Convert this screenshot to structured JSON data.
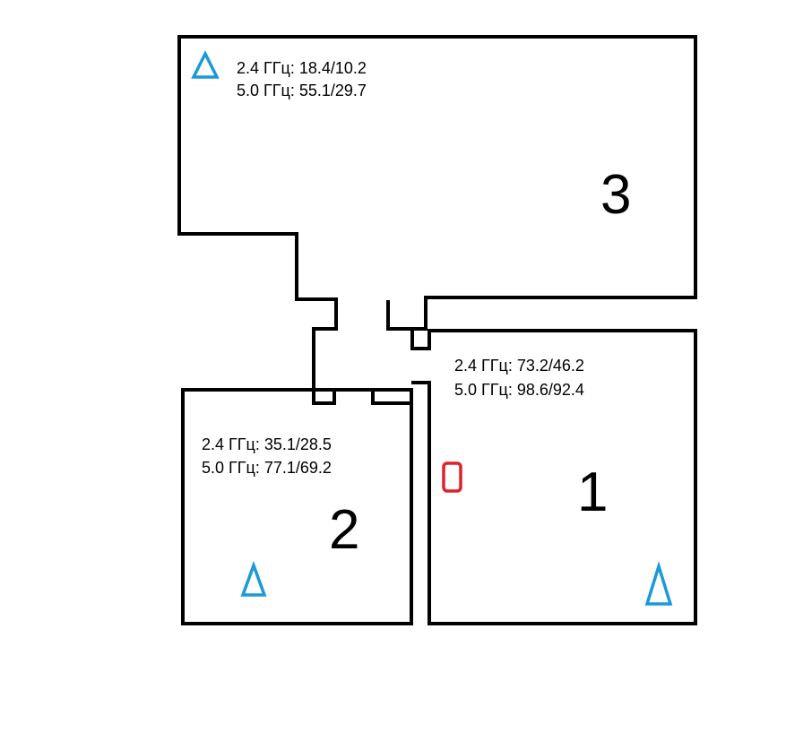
{
  "colors": {
    "wall": "#000000",
    "access_point": "#1a9ad9",
    "router": "#e0202a",
    "text": "#000000"
  },
  "router": {
    "icon": "router-icon",
    "symbol": "0"
  },
  "rooms": [
    {
      "number": "3",
      "speed_24": "2.4 ГГц: 18.4/10.2",
      "speed_50": "5.0 ГГц: 55.1/29.7",
      "ap_icon": "triangle-icon"
    },
    {
      "number": "1",
      "speed_24": "2.4 ГГц: 73.2/46.2",
      "speed_50": "5.0 ГГц: 98.6/92.4",
      "ap_icon": "triangle-icon"
    },
    {
      "number": "2",
      "speed_24": "2.4 ГГц: 35.1/28.5",
      "speed_50": "5.0 ГГц: 77.1/69.2",
      "ap_icon": "triangle-icon"
    }
  ]
}
